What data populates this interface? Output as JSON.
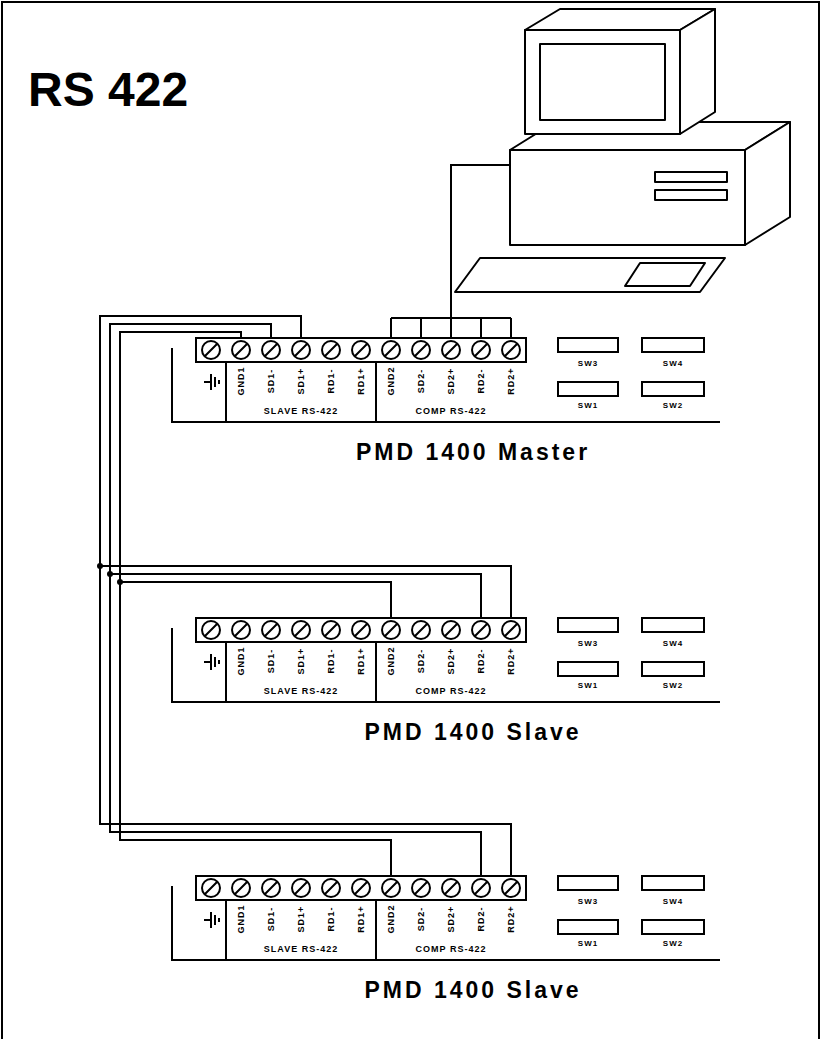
{
  "diagram": {
    "title": "RS 422",
    "nodes": [
      {
        "text": [
          "PMD 1400 Master"
        ]
      },
      {
        "text": [
          "PMD 1400 Slave"
        ]
      },
      {
        "text": [
          "PMD 1400 Slave"
        ]
      }
    ],
    "edges": [
      {
        "from": 0,
        "to": 1,
        "arrow": "none"
      },
      {
        "from": 0,
        "to": 1,
        "arrow": "none"
      },
      {
        "from": 0,
        "to": 1,
        "arrow": "none"
      },
      {
        "from": 0,
        "to": 2,
        "arrow": "none"
      },
      {
        "from": 0,
        "to": 2,
        "arrow": "none"
      },
      {
        "from": 0,
        "to": 2,
        "arrow": "none"
      }
    ],
    "labels": [
      "GND1",
      "SD1-",
      "SD1+",
      "RD1-",
      "RD1+",
      "GND2",
      "SD2-",
      "SD2+",
      "RD2-",
      "RD2+",
      "SLAVE RS-422",
      "COMP RS-422",
      "SW3",
      "SW4",
      "SW1",
      "SW2",
      "GND1",
      "SD1-",
      "SD1+",
      "RD1-",
      "RD1+",
      "GND2",
      "SD2-",
      "SD2+",
      "RD2-",
      "RD2+",
      "SLAVE RS-422",
      "COMP RS-422",
      "SW3",
      "SW4",
      "SW1",
      "SW2",
      "GND1",
      "SD1-",
      "SD1+",
      "RD1-",
      "RD1+",
      "GND2",
      "SD2-",
      "SD2+",
      "RD2-",
      "RD2+",
      "SLAVE RS-422",
      "COMP RS-422",
      "SW3",
      "SW4",
      "SW1",
      "SW2"
    ]
  }
}
